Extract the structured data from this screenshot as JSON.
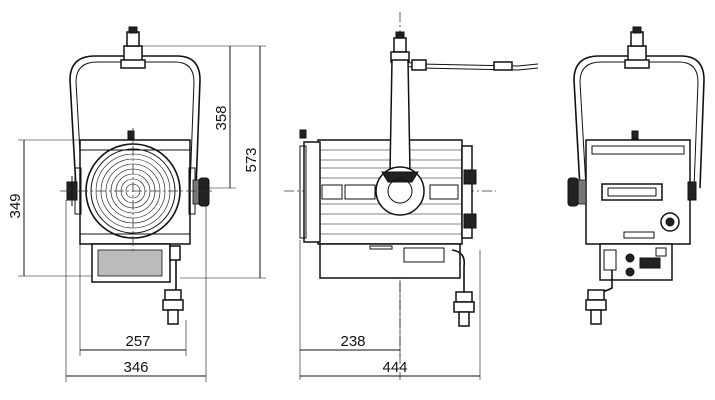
{
  "dimensions": {
    "front_yoke_height": "358",
    "front_total_height": "573",
    "front_body_height": "349",
    "front_lens_width": "257",
    "front_total_width": "346",
    "side_center_offset": "238",
    "side_total_depth": "444"
  },
  "colors": {
    "line": "#111111",
    "background": "#ffffff"
  }
}
